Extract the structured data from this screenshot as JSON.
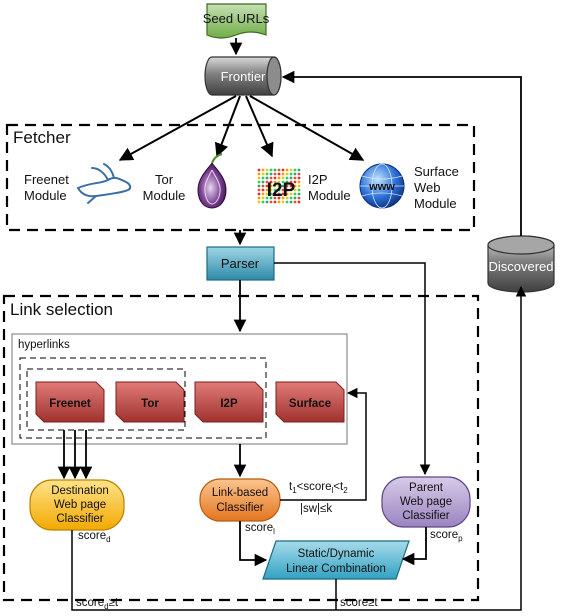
{
  "nodes": {
    "seed_urls": "Seed URLs",
    "frontier": "Frontier",
    "parser": "Parser",
    "discovered": "Discovered"
  },
  "fetcher": {
    "title": "Fetcher",
    "modules": [
      {
        "name_line1": "Freenet",
        "name_line2": "Module",
        "icon": "freenet-rabbit-icon"
      },
      {
        "name_line1": "Tor",
        "name_line2": "Module",
        "icon": "tor-onion-icon"
      },
      {
        "name_line1": "I2P",
        "name_line2": "Module",
        "icon": "i2p-logo-icon",
        "logo_text": "I2P"
      },
      {
        "name_line1": "Surface",
        "name_line2": "Web",
        "name_line3": "Module",
        "icon": "globe-www-icon",
        "logo_text": "www"
      }
    ]
  },
  "link_selection": {
    "title": "Link selection",
    "hyperlinks_label": "hyperlinks",
    "link_types": [
      "Freenet",
      "Tor",
      "I2P",
      "Surface"
    ],
    "destination_classifier": [
      "Destination",
      "Web page",
      "Classifier"
    ],
    "link_classifier": [
      "Link-based",
      "Classifier"
    ],
    "parent_classifier": [
      "Parent",
      "Web page",
      "Classifier"
    ],
    "combination": [
      "Static/Dynamic",
      "Linear Combination"
    ],
    "score_d": {
      "base": "score",
      "sub": "d"
    },
    "score_l": {
      "base": "score",
      "sub": "l"
    },
    "score_p": {
      "base": "score",
      "sub": "p"
    },
    "threshold_condition": {
      "t1": "t",
      "t1_sub": "1",
      "mid": "<score",
      "mid_sub": "l",
      "lt": "<t",
      "t2_sub": "2"
    },
    "sw_condition": "|sw|≤k",
    "bottom_left_condition": {
      "base": "score",
      "sub": "d",
      "rest": "≥t"
    },
    "bottom_right_condition": "score≥t"
  },
  "colors": {
    "seed": "#a8d08d",
    "cylinder": "#595959",
    "parser": "#4bacc6",
    "link_box": "#c0504d",
    "destination": "#ffc000",
    "link_classifier": "#f79646",
    "parent": "#8064a2",
    "combination": "#4bacc6"
  }
}
